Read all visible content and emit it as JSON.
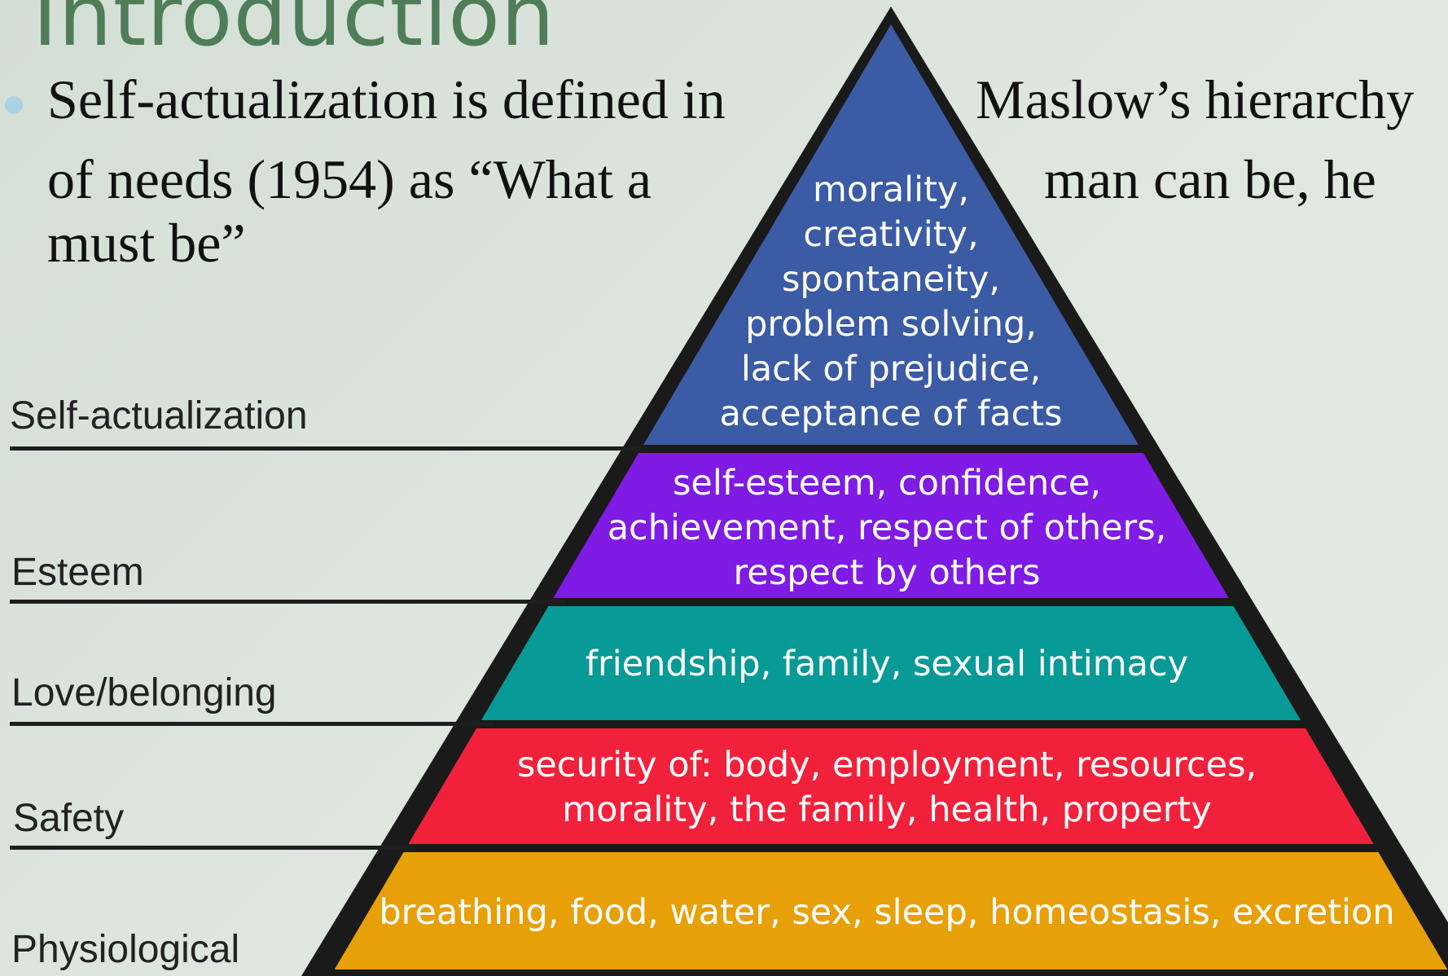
{
  "slide": {
    "title": "Introduction",
    "body_lines": [
      "Self-actualization is defined in",
      "Maslow’s hierarchy",
      "of needs (1954) as “What a",
      "man can be, he",
      "must be”"
    ]
  },
  "pyramid": {
    "outline_color": "#1a1a1a",
    "levels": [
      {
        "name": "Self-actualization",
        "color": "#3b5ba5",
        "lines": [
          "morality,",
          "creativity,",
          "spontaneity,",
          "problem solving,",
          "lack of prejudice,",
          "acceptance of facts"
        ]
      },
      {
        "name": "Esteem",
        "color": "#7f1be4",
        "lines": [
          "self-esteem, confidence,",
          "achievement, respect of others,",
          "respect by others"
        ]
      },
      {
        "name": "Love/belonging",
        "color": "#079a96",
        "lines": [
          "friendship, family, sexual intimacy"
        ]
      },
      {
        "name": "Safety",
        "color": "#f2213b",
        "lines": [
          "security of: body, employment, resources,",
          "morality, the family, health, property"
        ]
      },
      {
        "name": "Physiological",
        "color": "#e8a008",
        "lines": [
          "breathing, food, water, sex, sleep, homeostasis, excretion"
        ]
      }
    ]
  }
}
